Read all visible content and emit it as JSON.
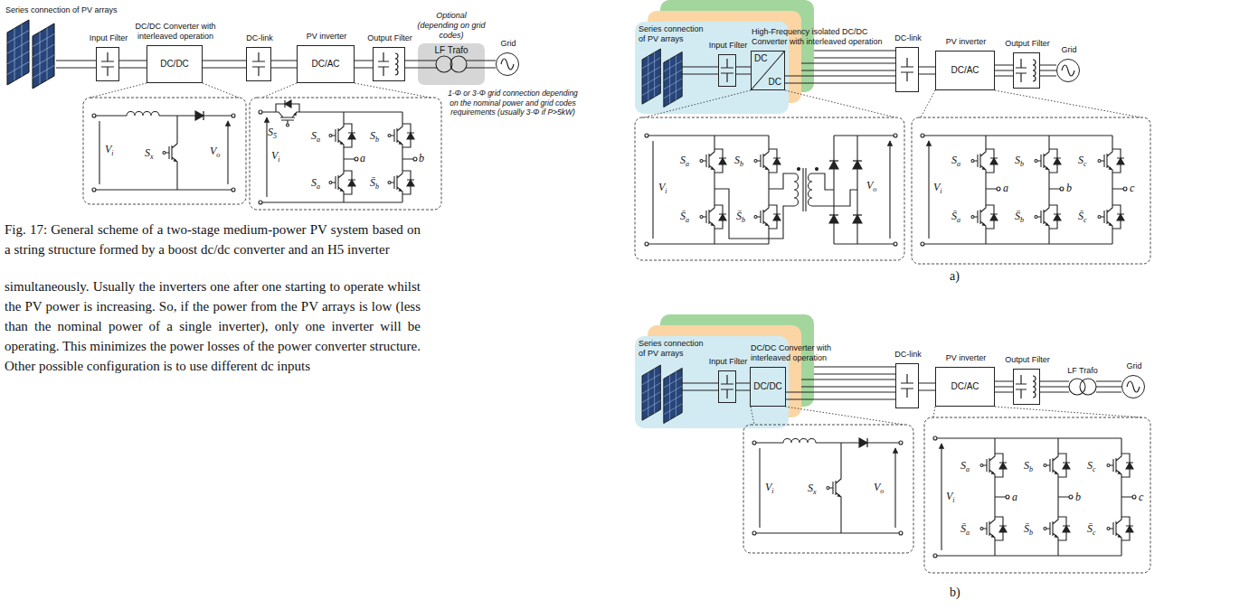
{
  "diagram": {
    "caption": "Fig. 17: General scheme of a two-stage medium-power PV system based on a string structure formed by a boost dc/dc converter and an H5 inverter",
    "nodes": [
      {
        "text": [
          "Series connection of PV arrays"
        ]
      },
      {
        "text": [
          "Input Filter"
        ]
      },
      {
        "text": [
          "DC/DC Converter with interleaved operation",
          "DC/DC"
        ]
      },
      {
        "text": [
          "DC-link"
        ]
      },
      {
        "text": [
          "PV inverter",
          "DC/AC"
        ]
      },
      {
        "text": [
          "Output Filter"
        ]
      },
      {
        "text": [
          "Optional (depending on grid codes)",
          "LF Trafo"
        ]
      },
      {
        "text": [
          "Grid"
        ]
      },
      {
        "text": [
          "Series connection of PV arrays"
        ]
      },
      {
        "text": [
          "Input Filter"
        ],
        "in": 8
      },
      {
        "text": [
          "High-Frequency isolated DC/DC Converter with interleaved operation",
          "DC",
          "DC"
        ],
        "in": 8
      },
      {
        "text": [
          "DC-link"
        ]
      },
      {
        "text": [
          "PV inverter",
          "DC/AC"
        ]
      },
      {
        "text": [
          "Output Filter"
        ]
      },
      {
        "text": [
          "Grid"
        ]
      },
      {
        "text": [
          "Series connection of PV arrays"
        ]
      },
      {
        "text": [
          "Input Filter"
        ],
        "in": 15
      },
      {
        "text": [
          "DC/DC Converter with interleaved operation",
          "DC/DC"
        ],
        "in": 15
      },
      {
        "text": [
          "DC-link"
        ]
      },
      {
        "text": [
          "PV inverter",
          "DC/AC"
        ]
      },
      {
        "text": [
          "Output Filter"
        ]
      },
      {
        "text": [
          "LF Trafo"
        ]
      },
      {
        "text": [
          "Grid"
        ]
      }
    ],
    "edges": [
      {
        "from": 0,
        "to": 1,
        "arrow": "none"
      },
      {
        "from": 1,
        "to": 2,
        "arrow": "none"
      },
      {
        "from": 2,
        "to": 3,
        "arrow": "none"
      },
      {
        "from": 3,
        "to": 4,
        "arrow": "none"
      },
      {
        "from": 4,
        "to": 5,
        "arrow": "none"
      },
      {
        "from": 5,
        "to": 6,
        "arrow": "none"
      },
      {
        "from": 6,
        "to": 7,
        "arrow": "none"
      },
      {
        "from": 9,
        "to": 10,
        "arrow": "none"
      },
      {
        "from": 10,
        "to": 11,
        "arrow": "none"
      },
      {
        "from": 11,
        "to": 12,
        "arrow": "none"
      },
      {
        "from": 12,
        "to": 13,
        "arrow": "none"
      },
      {
        "from": 13,
        "to": 14,
        "arrow": "none"
      },
      {
        "from": 16,
        "to": 17,
        "arrow": "none"
      },
      {
        "from": 17,
        "to": 18,
        "arrow": "none"
      },
      {
        "from": 18,
        "to": 19,
        "arrow": "none"
      },
      {
        "from": 19,
        "to": 20,
        "arrow": "none"
      },
      {
        "from": 20,
        "to": 21,
        "arrow": "none"
      },
      {
        "from": 21,
        "to": 22,
        "arrow": "none"
      }
    ],
    "labels": [
      "1-Φ or 3-Φ grid connection depending on the nominal power and grid codes requirements (usually 3-Φ if P>5kW)",
      "Vi",
      "Sx",
      "Vo",
      "S5",
      "Sa",
      "Sb",
      "a",
      "b",
      "Vi",
      "Sa",
      "S̄b",
      "simultaneously. Usually the inverters one after one starting to operate whilst the PV power is increasing. So, if the power from the PV arrays is low (less than the nominal power of a single inverter), only one inverter will be operating. This minimizes the power losses of the power converter structure. Other possible configuration is to use different dc inputs",
      "Sa",
      "Sb",
      "Vi",
      "S̄a",
      "S̄b",
      "Vo",
      "Sa",
      "Sb",
      "Sc",
      "Vi",
      "a",
      "b",
      "c",
      "S̄a",
      "S̄b",
      "S̄c",
      "a)",
      "Vi",
      "Sx",
      "Vo",
      "Sa",
      "Sb",
      "Sc",
      "Vi",
      "a",
      "b",
      "c",
      "S̄a",
      "S̄b",
      "S̄c",
      "b)"
    ]
  }
}
